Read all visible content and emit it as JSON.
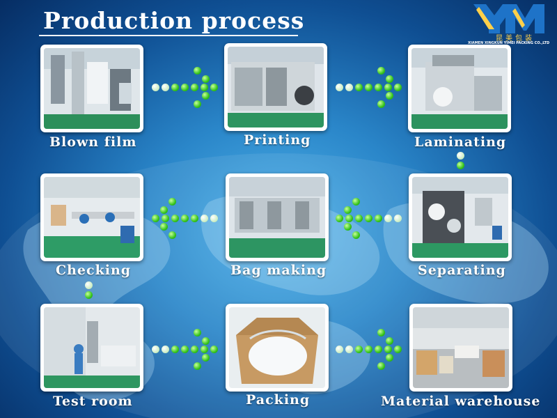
{
  "title": "Production process",
  "logo": {
    "text_cn": "昆美包装",
    "text_en": "XIAMEN XINGKUN YIMEI PACKING CO.,LTD"
  },
  "steps": [
    {
      "label": "Blown film"
    },
    {
      "label": "Printing"
    },
    {
      "label": "Laminating"
    },
    {
      "label": "Checking"
    },
    {
      "label": "Bag making"
    },
    {
      "label": "Separating"
    },
    {
      "label": "Test room"
    },
    {
      "label": "Packing"
    },
    {
      "label": "Material warehouse"
    }
  ],
  "colors": {
    "accent_green": "#36c41e",
    "title_white": "#ffffff",
    "logo_yellow": "#ffd04a",
    "logo_blue": "#1e73c8"
  }
}
